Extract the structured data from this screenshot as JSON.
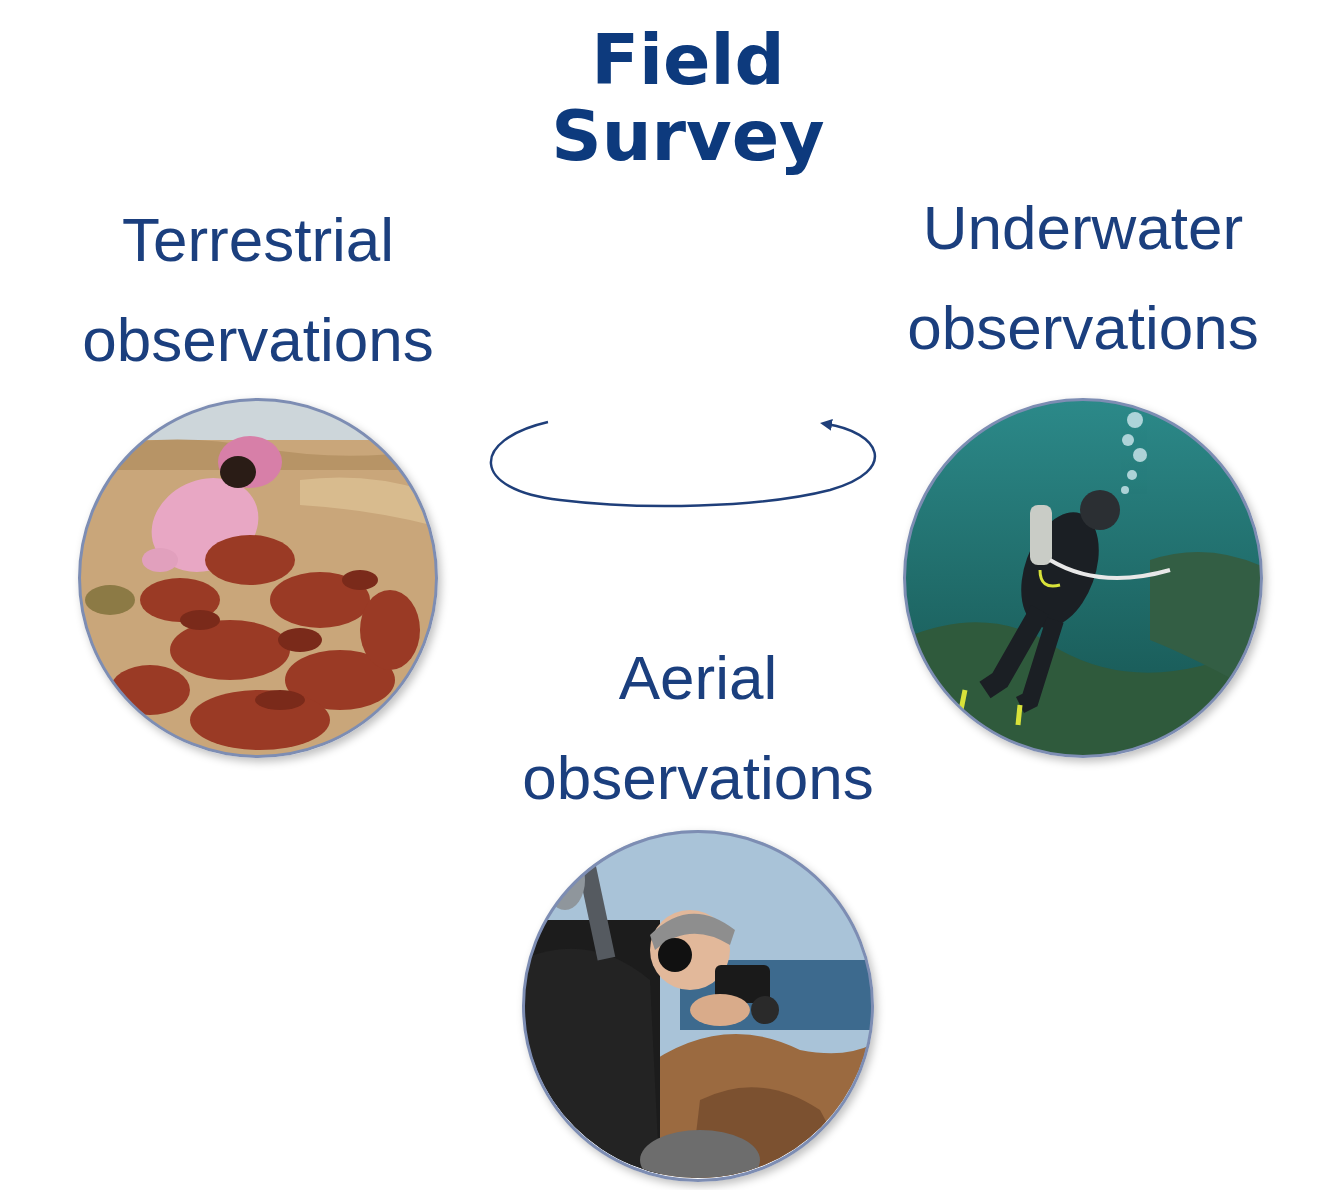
{
  "diagram": {
    "title": "Field Survey",
    "nodes": [
      {
        "text": [
          "Terrestrial observations"
        ]
      },
      {
        "text": [
          "Underwater observations"
        ]
      },
      {
        "text": [
          "Aerial observations"
        ]
      }
    ]
  }
}
